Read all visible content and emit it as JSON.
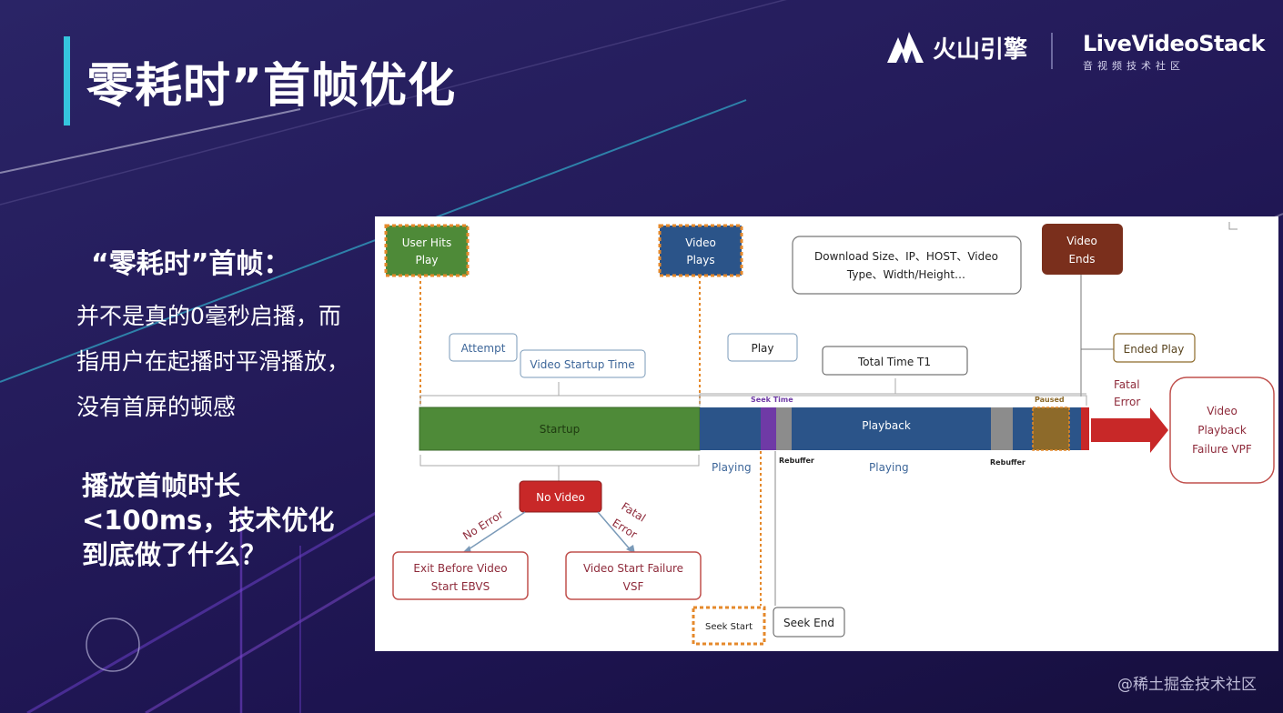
{
  "slide": {
    "title": "零耗时”首帧优化",
    "side_heading": "“零耗时”首帧：",
    "side_body": "并不是真的0毫秒启播，而\n指用户在起播时平滑播放，\n没有首屏的顿感",
    "side_question": "播放首帧时长\n<100ms，技术优化\n到底做了什么？",
    "watermark": "@稀土掘金技术社区"
  },
  "logos": {
    "brand1": "火山引擎",
    "brand2": "LiveVideoStack",
    "brand2_sub": "音视频技术社区"
  },
  "diagram": {
    "user_hits_play": [
      "User Hits",
      "Play"
    ],
    "video_plays": [
      "Video",
      "Plays"
    ],
    "download_info": [
      "Download Size、IP、HOST、Video",
      "Type、Width/Height…"
    ],
    "video_ends": [
      "Video",
      "Ends"
    ],
    "attempt": "Attempt",
    "video_startup_time": "Video Startup Time",
    "play": "Play",
    "total_time": "Total Time T1",
    "ended_play": "Ended Play",
    "fatal_error_right": [
      "Fatal",
      "Error"
    ],
    "vpf": [
      "Video",
      "Playback",
      "Failure VPF"
    ],
    "seek_time": "Seek Time",
    "paused": "Paused",
    "startup": "Startup",
    "playback": "Playback",
    "playing_left": "Playing",
    "rebuffer_left": "Rebuffer",
    "playing_mid": "Playing",
    "rebuffer_right": "Rebuffer",
    "no_video": "No Video",
    "no_error": "No Error",
    "fatal_error_diag": [
      "Fatal",
      "Error"
    ],
    "ebvs": [
      "Exit Before Video",
      "Start EBVS"
    ],
    "vsf": [
      "Video Start Failure",
      "VSF"
    ],
    "seek_start": "Seek Start",
    "seek_end": "Seek End"
  },
  "colors": {
    "accent": "#35c4dd",
    "green": "#4e8a38",
    "blue_bar": "#2b5489",
    "purple": "#6f3aa6",
    "grey": "#8c8c8c",
    "brown": "#8d6a2a",
    "dark_red": "#7a2f1c",
    "red": "#c82828",
    "orange_dash": "#e5892b",
    "label_blue": "#3d6699",
    "maroon": "#8e2a3a"
  }
}
